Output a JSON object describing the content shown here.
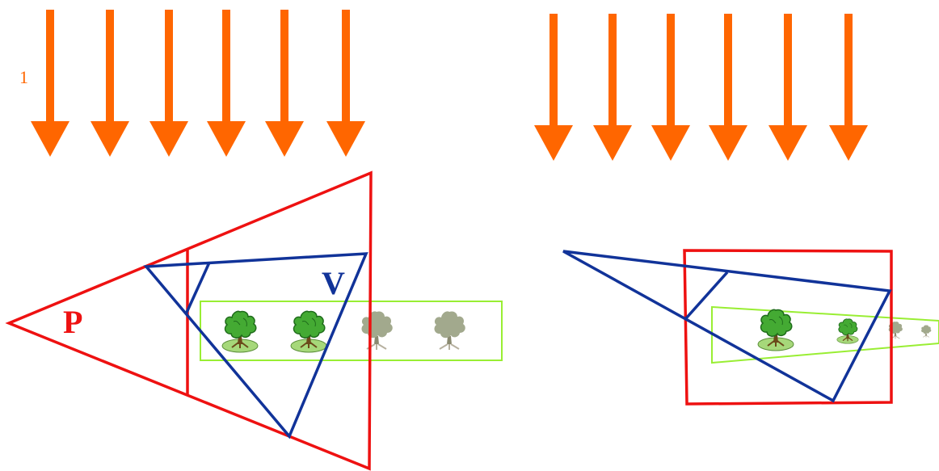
{
  "diagram": {
    "marker_text": "1",
    "left_panel": {
      "frustum_label": "P",
      "view_label": "V"
    }
  },
  "colors": {
    "arrow": "#ff6600",
    "frustum_p": "#ee1111",
    "frustum_v": "#113399",
    "object_box": "#99ee33",
    "tree_leaf": "#44aa33",
    "tree_leaf_dark": "#1e6b1a",
    "tree_trunk": "#6b4a1a",
    "tree_ground": "#a6d87a",
    "tree_faded": "#a2a98d"
  },
  "icons": {
    "light_arrow": "arrow-down-icon",
    "tree": "tree-icon"
  }
}
